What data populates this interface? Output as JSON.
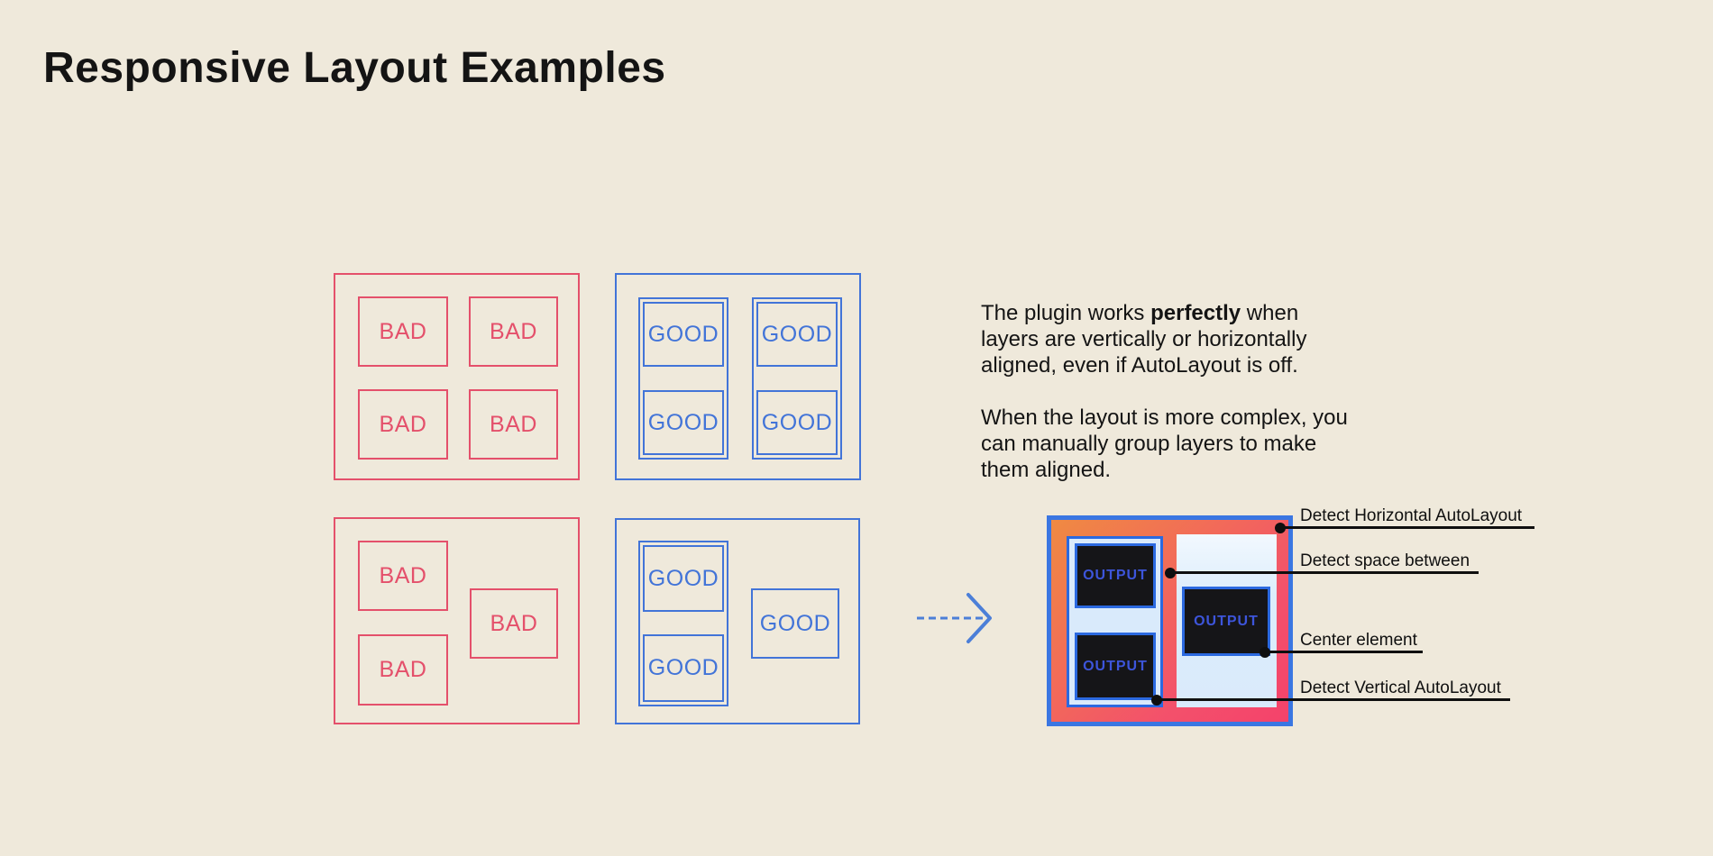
{
  "page": {
    "title": "Responsive Layout Examples"
  },
  "labels": {
    "bad": "BAD",
    "good": "GOOD",
    "output": "OUTPUT"
  },
  "description": {
    "para1_pre": "The plugin works ",
    "para1_bold": "perfectly",
    "para1_post": " when\nlayers are vertically or horizontally\naligned, even if AutoLayout is off.",
    "para2": "When the layout is more complex, you\ncan manually group layers to make\nthem aligned."
  },
  "annotations": {
    "horizontal": "Detect Horizontal AutoLayout",
    "space_between": "Detect space between",
    "center": "Center element",
    "vertical": "Detect Vertical AutoLayout"
  },
  "icons": {
    "arrow": "dashed-arrow-right-icon"
  },
  "colors": {
    "bg": "#EFE9DB",
    "ink": "#141414",
    "red": "#E4506B",
    "blue": "#4274D8",
    "line": "#0F0F0F",
    "outframe": "#3A76E2",
    "panelborder": "#2B69E0",
    "panel": "#D9EAFB",
    "dark": "#151518",
    "output-text": "#3D55DB",
    "grad-orange": "#F08A42",
    "grad-red": "#F4426B"
  }
}
